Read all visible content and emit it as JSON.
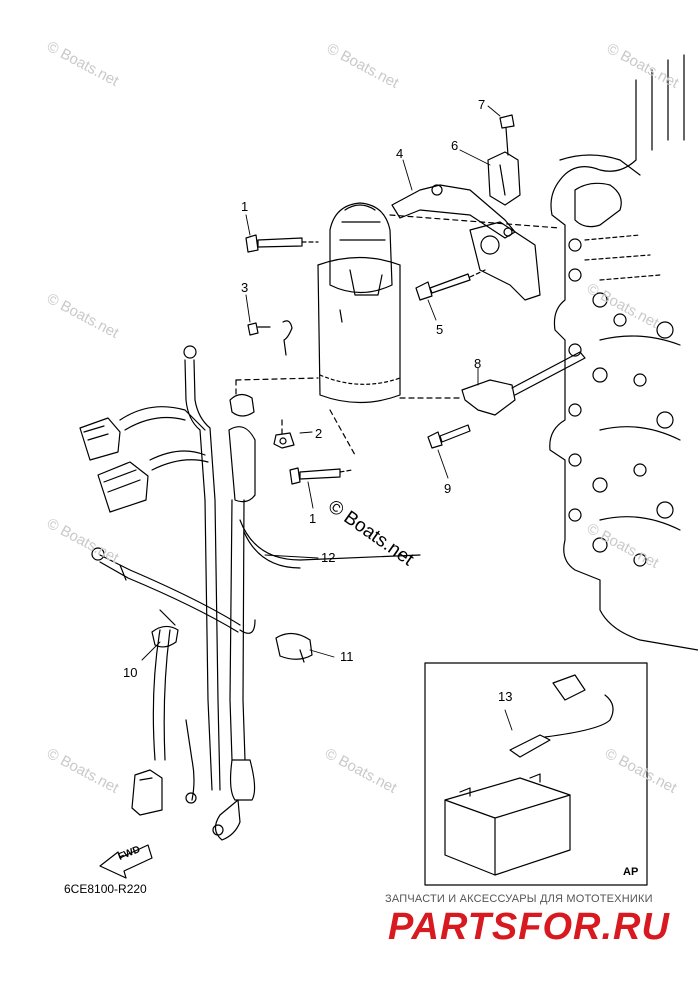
{
  "watermark": "© Boats.net",
  "callouts": [
    "1",
    "2",
    "3",
    "4",
    "5",
    "6",
    "7",
    "8",
    "9",
    "10",
    "11",
    "12",
    "13",
    "1"
  ],
  "diagram_code": "6CE8100-R220",
  "fwd_label": "FWD",
  "ap_label": "AP",
  "footer": {
    "subtitle": "ЗАПЧАСТИ И АКСЕССУАРЫ ДЛЯ МОТОТЕХНИКИ",
    "logo": "PARTSFOR.RU"
  },
  "colors": {
    "line": "#000000",
    "watermark": "#c9c9c9",
    "logo": "#d8191f"
  }
}
